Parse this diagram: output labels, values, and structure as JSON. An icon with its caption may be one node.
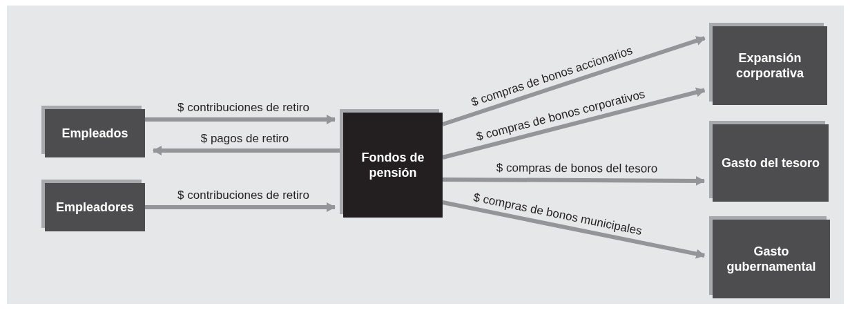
{
  "diagram": {
    "nodes": [
      {
        "text": [
          "Empleados"
        ]
      },
      {
        "text": [
          "Empleadores"
        ]
      },
      {
        "text": [
          "Fondos de pensión"
        ]
      },
      {
        "text": [
          "Expansión corporativa"
        ]
      },
      {
        "text": [
          "Gasto del tesoro"
        ]
      },
      {
        "text": [
          "Gasto gubernamental"
        ]
      }
    ],
    "edges": [
      {
        "from": 0,
        "to": 2,
        "arrow": "to",
        "label": "$ contribuciones de retiro"
      },
      {
        "from": 2,
        "to": 0,
        "arrow": "to",
        "label": "$ pagos de retiro"
      },
      {
        "from": 1,
        "to": 2,
        "arrow": "to",
        "label": "$ contribuciones de retiro"
      },
      {
        "from": 2,
        "to": 3,
        "arrow": "to",
        "label": "$ compras de bonos accionarios"
      },
      {
        "from": 2,
        "to": 3,
        "arrow": "to",
        "label": "$ compras de bonos corporativos"
      },
      {
        "from": 2,
        "to": 4,
        "arrow": "to",
        "label": "$ compras de bonos del tesoro"
      },
      {
        "from": 2,
        "to": 5,
        "arrow": "to",
        "label": "$ compras de bonos municipales"
      }
    ]
  }
}
